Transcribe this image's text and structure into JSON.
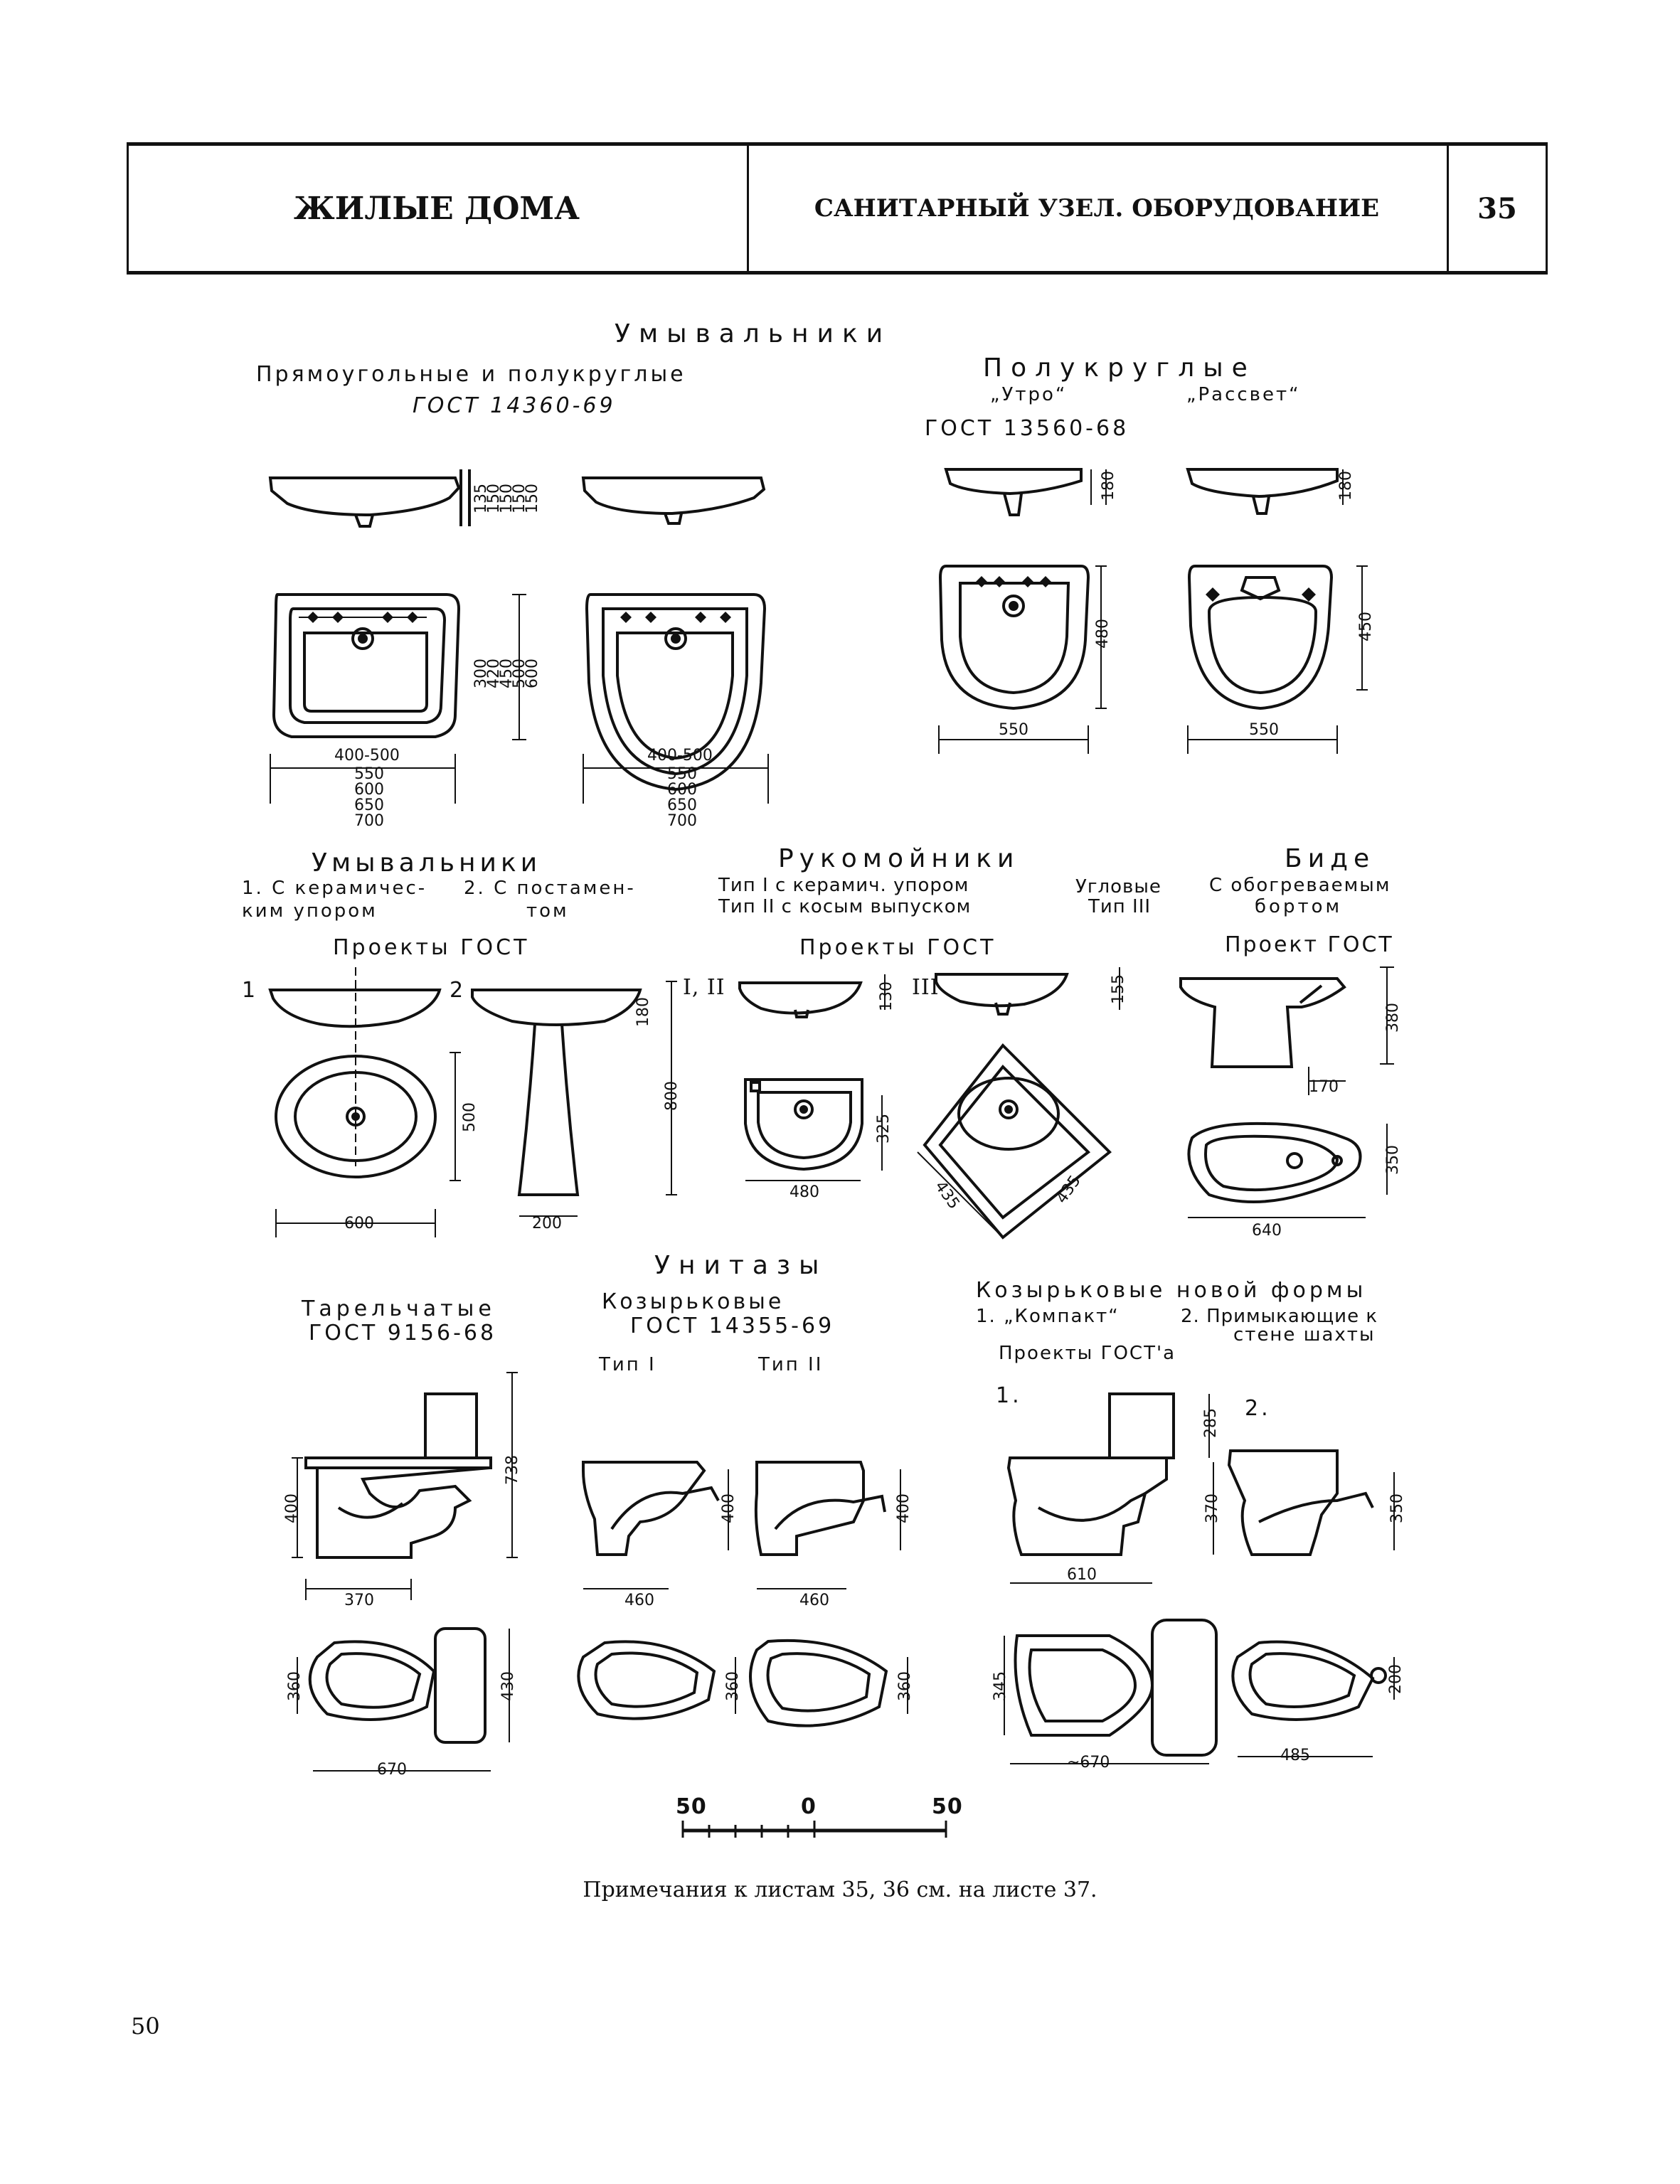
{
  "header": {
    "left": "ЖИЛЫЕ ДОМА",
    "center": "САНИТАРНЫЙ УЗЕЛ. ОБОРУДОВАНИЕ",
    "sheet": "35"
  },
  "washbasins": {
    "title": "Умывальники",
    "rect_title": "Прямоугольные и полукруглые",
    "rect_gost": "ГОСТ 14360-69",
    "semi_title": "Полукруглые",
    "utro": "„Утро“",
    "rassvet": "„Рассвет“",
    "semi_gost": "ГОСТ 13560-68",
    "dims_heights": [
      "135",
      "150",
      "150",
      "150",
      "150"
    ],
    "dims_depths": [
      "300",
      "420",
      "450",
      "500",
      "600"
    ],
    "dims_widths": [
      "400-500",
      "550",
      "600",
      "650",
      "700"
    ],
    "utro_h": "180",
    "utro_d": "480",
    "utro_w": "550",
    "rassvet_h": "180",
    "rassvet_d": "450",
    "rassvet_w": "550"
  },
  "row2": {
    "wash_title": "Умывальники",
    "wash_opt1": "1. С керамичес-",
    "wash_opt1b": "ким упором",
    "wash_opt2": "2. С постамен-",
    "wash_opt2b": "том",
    "wash_proj": "Проекты ГОСТ",
    "n1": "1",
    "n2": "2",
    "wash_d": "500",
    "wash_w": "600",
    "ped_h": "800",
    "ped_h2": "180",
    "ped_w": "200",
    "hand_title": "Рукомойники",
    "hand_t1": "Тип I с керамич. упором",
    "hand_t2": "Тип II с косым выпуском",
    "corner": "Угловые",
    "corner_t": "Тип III",
    "hand_proj": "Проекты ГОСТ",
    "t12": "I, II",
    "t3": "III",
    "hand_h": "130",
    "hand_d": "325",
    "hand_w": "480",
    "corner_h": "155",
    "corner_a": "435",
    "corner_b": "435",
    "bidet_title": "Биде",
    "bidet_sub1": "С обогреваемым",
    "bidet_sub2": "бортом",
    "bidet_proj": "Проект ГОСТ",
    "bidet_h": "380",
    "bidet_x": "170",
    "bidet_d": "350",
    "bidet_w": "640"
  },
  "toilets": {
    "title": "Унитазы",
    "plate": "Тарельчатые",
    "plate_gost": "ГОСТ 9156-68",
    "visor": "Козырьковые",
    "visor_gost": "ГОСТ 14355-69",
    "typeI": "Тип I",
    "typeII": "Тип II",
    "new_form": "Козырьковые новой формы",
    "compact": "1. „Компакт“",
    "adjoin": "2. Примыкающие к",
    "adjoin2": "стене шахты",
    "gost_proj": "Проекты ГОСТ'а",
    "n1": "1.",
    "n2": "2.",
    "plate_h": "400",
    "plate_h2": "738",
    "plate_w": "370",
    "plate_p1": "360",
    "plate_p2": "430",
    "plate_pw": "670",
    "vI_h": "400",
    "vI_w": "460",
    "vII_h": "400",
    "vII_w": "460",
    "vI_p": "360",
    "vII_p": "360",
    "comp_h": "370",
    "comp_t": "285",
    "comp_w": "610",
    "comp_p": "345",
    "comp_pw": "~670",
    "adj_h": "350",
    "adj_p": "200",
    "adj_pw": "485"
  },
  "scale": {
    "left": "50",
    "mid": "0",
    "right": "50"
  },
  "note": "Примечания к листам 35, 36 см. на листе 37.",
  "page_number": "50"
}
